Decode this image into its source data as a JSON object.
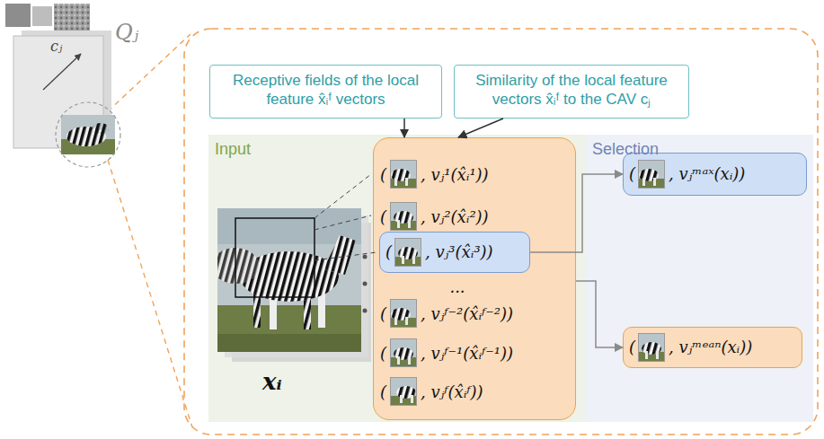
{
  "diagram": {
    "nodes": [
      {
        "text": [
          "Receptive fields of the local feature x̂ᵢᶠ vectors"
        ]
      },
      {
        "text": [
          "Similarity of the local feature vectors x̂ᵢᶠ to the CAV cⱼ"
        ]
      },
      {
        "text": [
          "Input"
        ]
      },
      {
        "text": [
          "(",
          ", vⱼ¹(x̂ᵢ¹))",
          "(",
          ", vⱼ²(x̂ᵢ²))",
          "...",
          "(",
          ", vⱼᶠ⁻²(x̂ᵢᶠ⁻²))",
          "(",
          ", vⱼᶠ⁻¹(x̂ᵢᶠ⁻¹))",
          "(",
          ", vⱼᶠ(x̂ᵢᶠ))"
        ],
        "in": 2
      },
      {
        "text": [
          "(",
          ", vⱼ³(x̂ᵢ³))"
        ],
        "in": 3
      },
      {
        "text": [
          "Selection"
        ]
      },
      {
        "text": [
          "(",
          ", vⱼᵐᵃˣ(xᵢ))"
        ],
        "in": 5
      },
      {
        "text": [
          "(",
          ", vⱼᵐᵉᵃⁿ(xᵢ))"
        ],
        "in": 5
      }
    ],
    "edges": [
      {
        "from": 0,
        "to": 3,
        "arrow": "to"
      },
      {
        "from": 1,
        "to": 3,
        "arrow": "to"
      },
      {
        "from": 4,
        "to": 6,
        "arrow": "to"
      },
      {
        "from": 3,
        "to": 7,
        "arrow": "to"
      }
    ],
    "labels": [
      "Qⱼ",
      "cⱼ",
      "xᵢ"
    ]
  }
}
